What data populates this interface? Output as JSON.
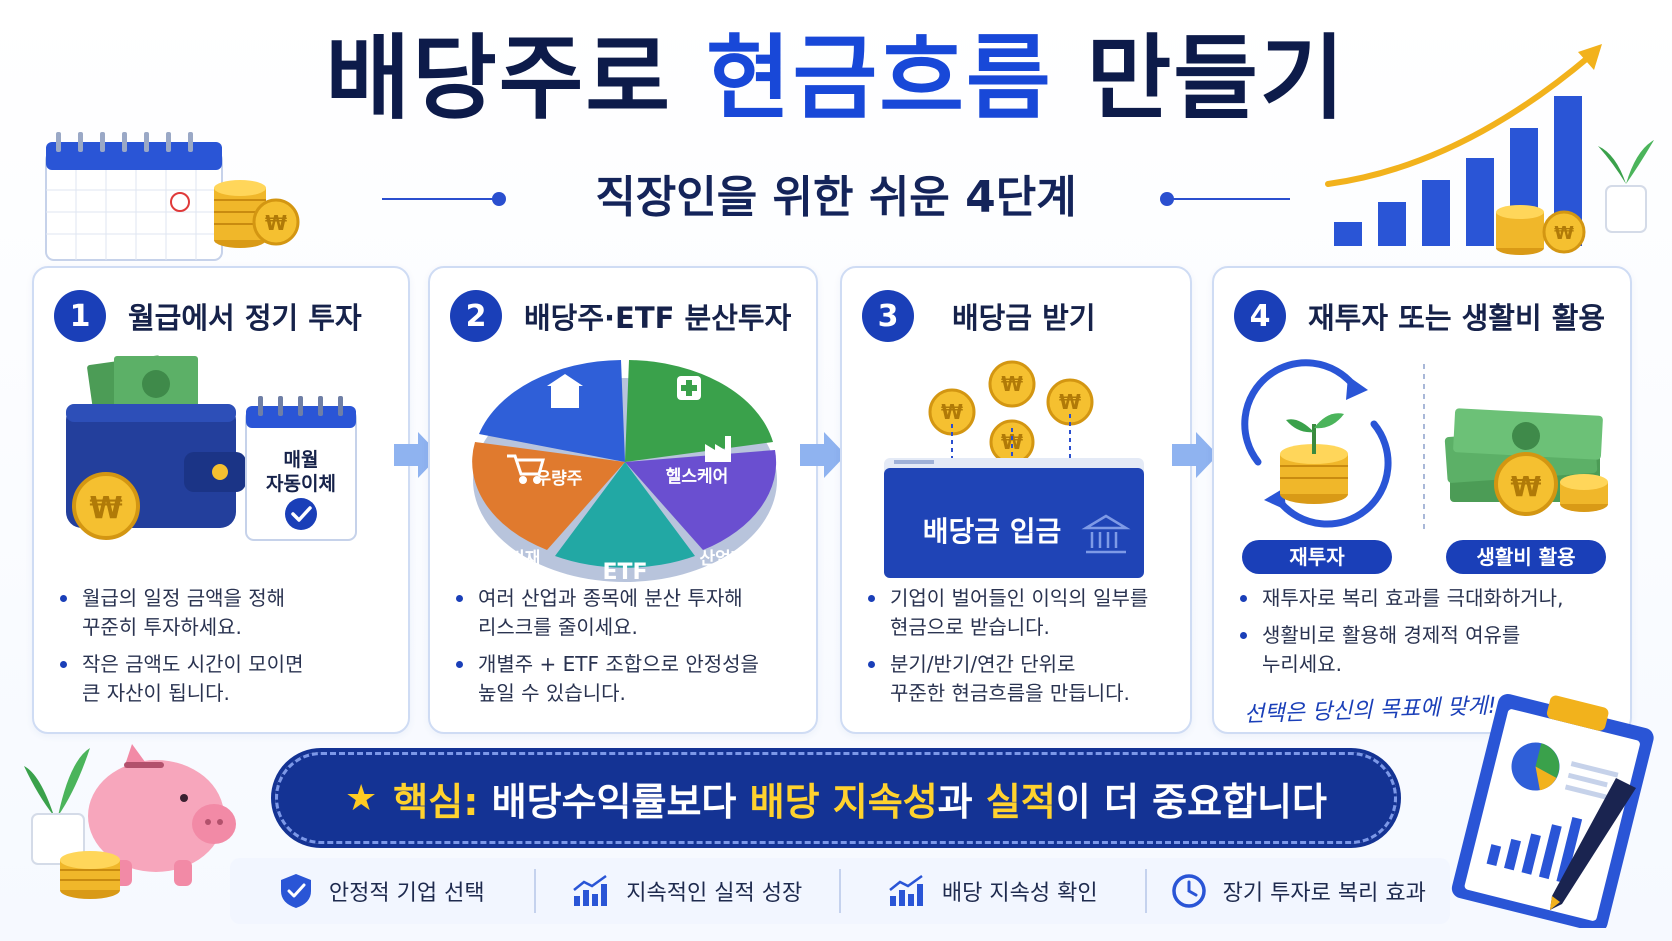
{
  "header": {
    "title_part1": "배당주로",
    "title_part2": "현금흐름",
    "title_part3": "만들기",
    "subtitle": "직장인을 위한 쉬운 4단계"
  },
  "steps": [
    {
      "number": "1",
      "title": "월급에서 정기 투자",
      "calendar_label_line1": "매월",
      "calendar_label_line2": "자동이체",
      "bullets": [
        "월급의 일정 금액을 정해\n꾸준히 투자하세요.",
        "작은 금액도 시간이 모이면\n큰 자산이 됩니다."
      ]
    },
    {
      "number": "2",
      "title": "배당주·ETF 분산투자",
      "pie_slices": [
        "우량주",
        "헬스케어",
        "산업재",
        "ETF",
        "소비재"
      ],
      "bullets": [
        "여러 산업과 종목에 분산 투자해\n리스크를 줄이세요.",
        "개별주 + ETF 조합으로 안정성을\n높일 수 있습니다."
      ]
    },
    {
      "number": "3",
      "title": "배당금 받기",
      "deposit_label": "배당금 입금",
      "coin_symbol": "₩",
      "bullets": [
        "기업이 벌어들인 이익의 일부를\n현금으로 받습니다.",
        "분기/반기/연간 단위로\n꾸준한 현금흐름을 만듭니다."
      ]
    },
    {
      "number": "4",
      "title": "재투자 또는 생활비 활용",
      "option_reinvest": "재투자",
      "option_living": "생활비 활용",
      "bullets": [
        "재투자로 복리 효과를 극대화하거나,",
        "생활비로 활용해 경제적 여유를\n누리세요."
      ],
      "note": "선택은 당신의 목표에 맞게!"
    }
  ],
  "key_message": {
    "label": "핵심:",
    "part1": "배당수익률보다",
    "highlight1": "배당 지속성",
    "part2": "과",
    "highlight2": "실적",
    "part3": "이 더 중요합니다"
  },
  "tips": [
    {
      "icon": "shield-check-icon",
      "label": "안정적 기업 선택"
    },
    {
      "icon": "growth-chart-icon",
      "label": "지속적인 실적 성장"
    },
    {
      "icon": "growth-chart-icon",
      "label": "배당 지속성 확인"
    },
    {
      "icon": "clock-icon",
      "label": "장기 투자로 복리 효과"
    }
  ],
  "colors": {
    "primary": "#1a3fb8",
    "navy": "#143394",
    "title_dark": "#0d1b4a",
    "highlight_blue": "#1848d8",
    "accent_yellow": "#ffd22e",
    "pie_blue": "#2f5fd8",
    "pie_green": "#3aa14b",
    "pie_purple": "#6a4fd0",
    "pie_teal": "#22a8a4",
    "pie_orange": "#e07a2e"
  }
}
